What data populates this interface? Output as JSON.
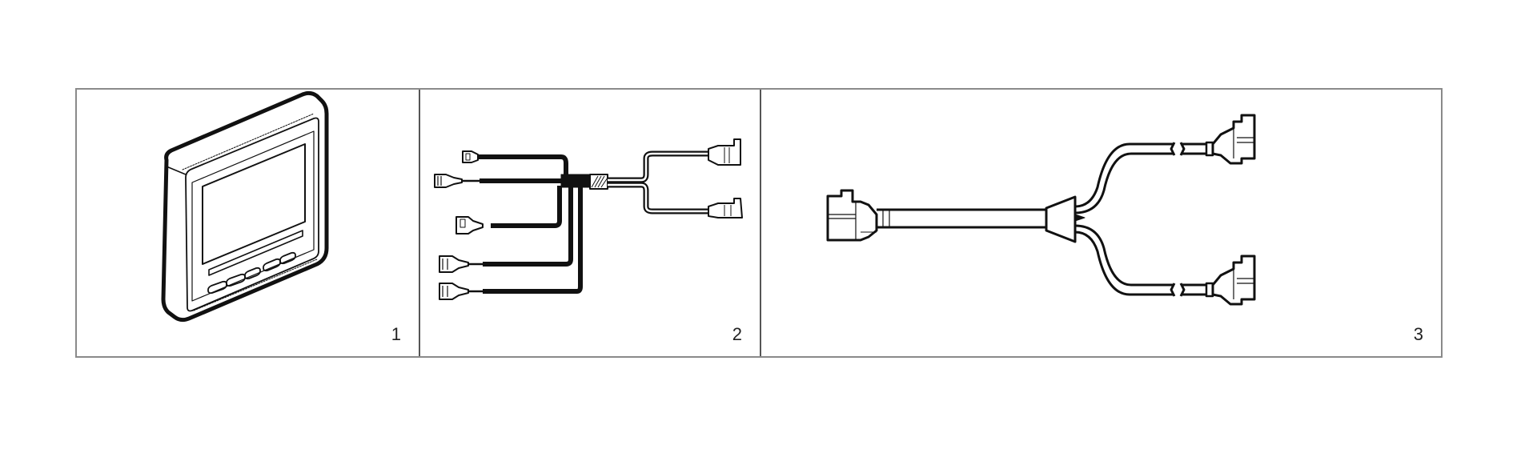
{
  "figure": {
    "panels": [
      {
        "number": "1",
        "item": "display-unit",
        "icon": "display-monitor-icon"
      },
      {
        "number": "2",
        "item": "multi-connector-wiring-harness",
        "icon": "wiring-harness-icon"
      },
      {
        "number": "3",
        "item": "y-splitter-cable",
        "icon": "y-cable-icon"
      }
    ],
    "colors": {
      "line": "#111111",
      "frame": "#8a8a8a",
      "divider": "#555555",
      "background": "#ffffff"
    }
  }
}
